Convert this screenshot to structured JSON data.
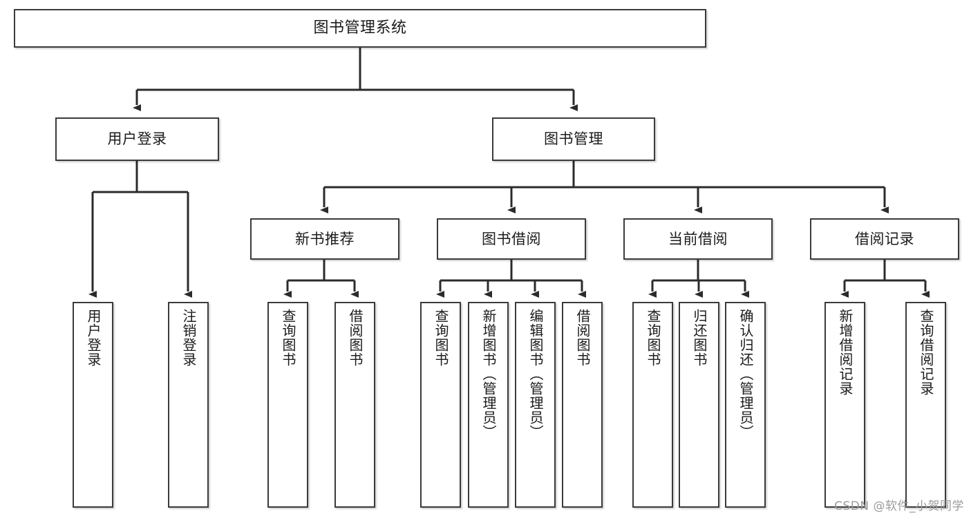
{
  "diagram": {
    "title": "图书管理系统",
    "type": "tree",
    "watermark": "CSDN @软件_小贺同学",
    "colors": {
      "node_border": "#3a3a3a",
      "node_fill": "#ffffff",
      "edge": "#2b2b2b",
      "text": "#1b1b1b",
      "watermark": "#9a9a9a",
      "background": "#ffffff"
    },
    "nodes": {
      "root": {
        "label": "图书管理系统"
      },
      "level2": [
        {
          "label": "用户登录"
        },
        {
          "label": "图书管理"
        }
      ],
      "level3": [
        {
          "label": "新书推荐"
        },
        {
          "label": "图书借阅"
        },
        {
          "label": "当前借阅"
        },
        {
          "label": "借阅记录"
        }
      ],
      "leaves": {
        "user_login": [
          {
            "label": "用户登录"
          },
          {
            "label": "注销登录"
          }
        ],
        "new_book": [
          {
            "label": "查询图书"
          },
          {
            "label": "借阅图书"
          }
        ],
        "book_borrow": [
          {
            "label": "查询图书"
          },
          {
            "label": "新增图书（管理员）"
          },
          {
            "label": "编辑图书（管理员）"
          },
          {
            "label": "借阅图书"
          }
        ],
        "current_borrow": [
          {
            "label": "查询图书"
          },
          {
            "label": "归还图书"
          },
          {
            "label": "确认归还（管理员）"
          }
        ],
        "borrow_record": [
          {
            "label": "新增借阅记录"
          },
          {
            "label": "查询借阅记录"
          }
        ]
      }
    }
  }
}
